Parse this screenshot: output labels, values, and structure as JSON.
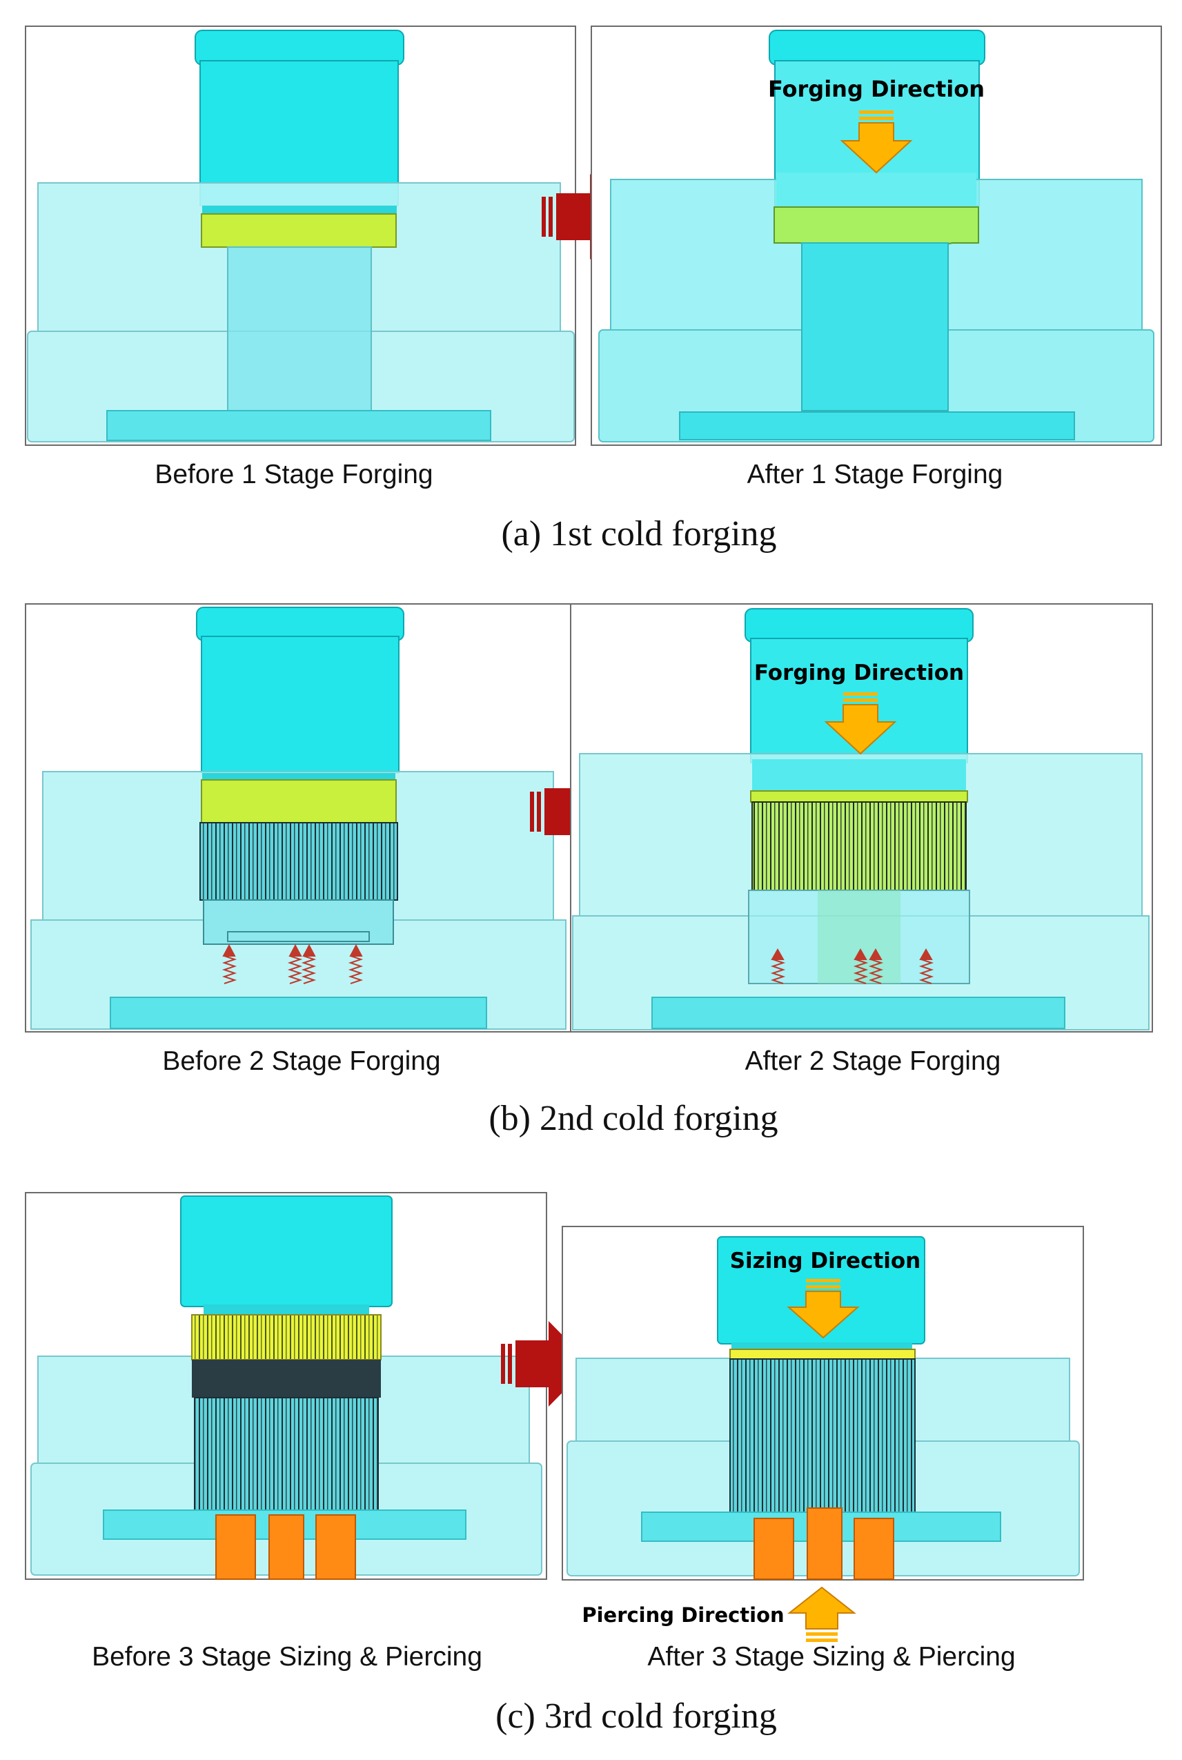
{
  "stages": [
    {
      "caption": "(a) 1st cold forging",
      "before_label": "Before 1 Stage Forging",
      "after_label": "After 1 Stage Forging",
      "direction_label": "Forging Direction"
    },
    {
      "caption": "(b) 2nd cold forging",
      "before_label": "Before 2 Stage Forging",
      "after_label": "After 2 Stage Forging",
      "direction_label": "Forging Direction"
    },
    {
      "caption": "(c) 3rd cold forging",
      "before_label": "Before 3 Stage Sizing & Piercing",
      "after_label": "After 3 Stage Sizing & Piercing",
      "direction_label": "Sizing Direction",
      "piercing_label": "Piercing Direction"
    }
  ],
  "colors": {
    "punch": "#22e6ea",
    "die": "#b6f4f6",
    "workpiece_green": "#c8f03c",
    "workpiece_yellow": "#f2f23a",
    "arrow_red": "#b51212",
    "arrow_orange": "#ffb400",
    "pin_orange": "#ff8a14",
    "text": "#111111"
  }
}
